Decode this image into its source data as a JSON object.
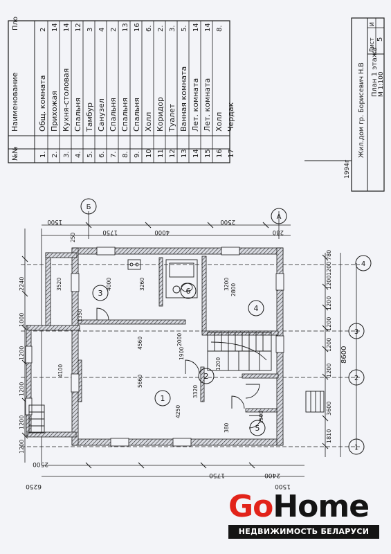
{
  "room_table": {
    "header_num": "№№",
    "header_name": "Наименование",
    "header_area": "Пло",
    "rows": [
      {
        "num": "1.",
        "name": "Общ. комната",
        "area": "2"
      },
      {
        "num": "2.",
        "name": "Прихожая",
        "area": "14"
      },
      {
        "num": "3.",
        "name": "Кухня-столовая",
        "area": "14"
      },
      {
        "num": "4.",
        "name": "Спальня",
        "area": "12"
      },
      {
        "num": "5.",
        "name": "Тамбур",
        "area": "3"
      },
      {
        "num": "6.",
        "name": "Санузел",
        "area": "4"
      },
      {
        "num": "7.",
        "name": "Спальня",
        "area": "2"
      },
      {
        "num": "8.",
        "name": "Спальня",
        "area": "13"
      },
      {
        "num": "9.",
        "name": "Спальня",
        "area": "16"
      },
      {
        "num": "10",
        "name": "Холл",
        "area": "6."
      },
      {
        "num": "11",
        "name": "Коридор",
        "area": "2."
      },
      {
        "num": "12",
        "name": "Туалет",
        "area": "3."
      },
      {
        "num": "13",
        "name": "Ванная комната",
        "area": "5."
      },
      {
        "num": "14",
        "name": "Лет. комната",
        "area": "14"
      },
      {
        "num": "15",
        "name": "Лет. комната",
        "area": "14"
      },
      {
        "num": "16",
        "name": "Холл",
        "area": "8."
      },
      {
        "num": "17",
        "name": "Чердак",
        "area": ""
      }
    ]
  },
  "title_block": {
    "year": "1994г",
    "project": "Жил.дом гр. Борисевич Н.В",
    "sheet_label": "Лист",
    "sheet_number": "5",
    "plan_title": "План 1 этажа",
    "scale": "М 1:100",
    "corner_mark": "И"
  },
  "room_labels": [
    "1",
    "2",
    "3",
    "4",
    "5",
    "6"
  ],
  "axes": {
    "top_letter": "Б",
    "bottom_letter": "А",
    "numbers": [
      "1",
      "2",
      "3",
      "4"
    ]
  },
  "dimensions": {
    "right_chain": [
      "1810",
      "3600",
      "1200",
      "1200",
      "1200",
      "1200",
      "1200",
      "1200",
      "780"
    ],
    "right_total": "8600",
    "left_chain": [
      "2240",
      "1000",
      "1200",
      "1200",
      "1200",
      "1200"
    ],
    "bottom_chain": [
      "2500",
      "6250",
      "1750",
      "2400",
      "1500"
    ],
    "top_chain": [
      "1500",
      "1750",
      "4000",
      "2500",
      "280"
    ],
    "inner": [
      "5660",
      "4560",
      "4000",
      "3260",
      "3520",
      "3200",
      "3320",
      "2800",
      "4100",
      "1900",
      "2000",
      "1200",
      "380",
      "250",
      "1350",
      "1500",
      "4250"
    ]
  },
  "logo": {
    "go": "Go",
    "home": "Home",
    "tagline": "НЕДВИЖИМОСТЬ БЕЛАРУСИ"
  }
}
